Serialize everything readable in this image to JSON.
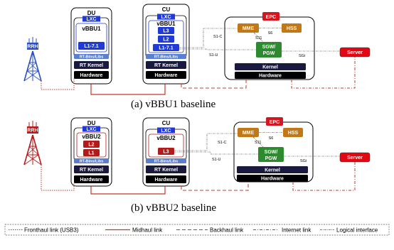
{
  "labels": {
    "rrh": "RRH",
    "du": "DU",
    "cu": "CU",
    "lxc": "LXC",
    "rt_bins": "RT-Bins/Libs",
    "rt_kernel": "RT Kernel",
    "hardware": "Hardware",
    "epc": "EPC",
    "mme": "MME",
    "hss": "HSS",
    "sgw_pgw_line1": "SGW/",
    "sgw_pgw_line2": "PGW",
    "kernel": "Kernel",
    "server": "Server",
    "s1c": "S1-C",
    "s1u": "S1-U",
    "s6": "S6",
    "s11": "S11",
    "sgi": "SGi"
  },
  "panel_a": {
    "caption": "(a) vBBU1 baseline",
    "du_vbbu": "vBBU1",
    "du_layers": [
      "L1-7.1"
    ],
    "cu_vbbu": "vBBU1",
    "cu_layers": [
      "L3",
      "L2",
      "L1-7.1"
    ]
  },
  "panel_b": {
    "caption": "(b) vBBU2 baseline",
    "du_vbbu": "vBBU2",
    "du_layers": [
      "L2",
      "L1"
    ],
    "cu_vbbu": "vBBU2",
    "cu_layers": [
      "L3"
    ]
  },
  "legend": {
    "fronthaul": "Fronthaul link (USB3)",
    "midhaul": "Midhaul link",
    "backhaul": "Backhaul link",
    "internet": "Internet link",
    "logical": "Logical interface"
  },
  "colors": {
    "blue_layer": "#1f3ad6",
    "red_layer": "#b31b1b",
    "dark_navy": "#1a1a3e",
    "rt_bins_blue": "#5b7fd0",
    "orange": "#c27816",
    "green": "#2e8a2e",
    "epc_red": "#d4161f",
    "server_red": "#e30613",
    "link_red": "#c0392b",
    "tower_blue": "#2a4fc4",
    "tower_red": "#b31b1b"
  }
}
